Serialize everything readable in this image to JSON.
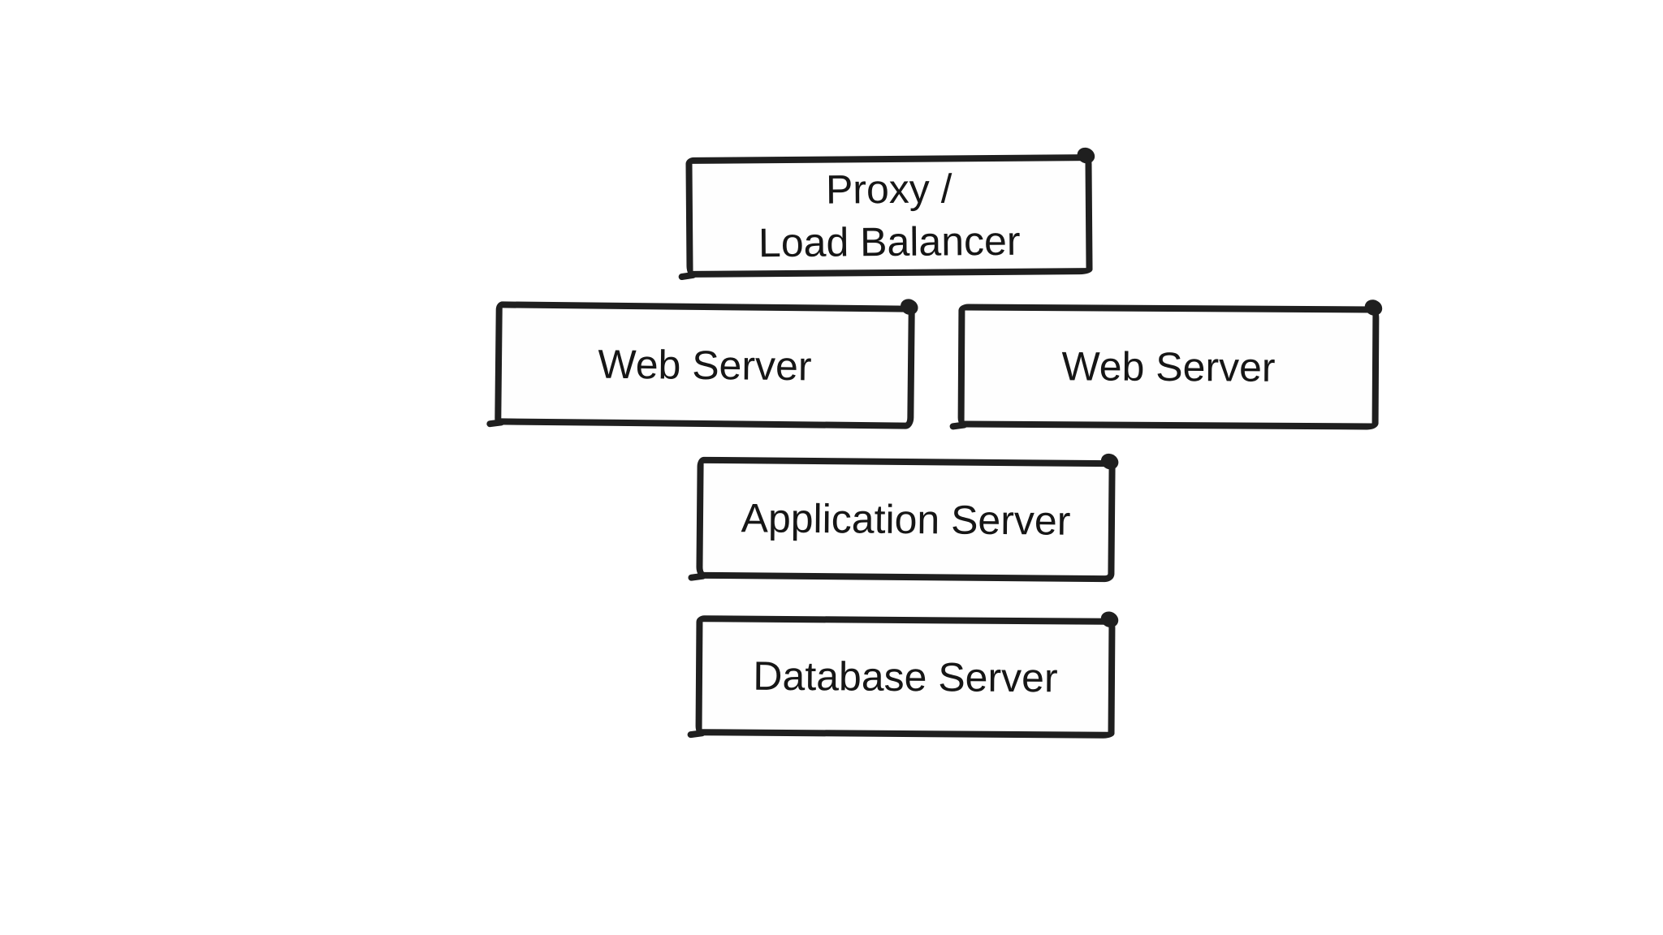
{
  "canvas": {
    "background_color": "#ffffff",
    "ink_color": "#1f1f1f",
    "text_color": "#161616",
    "style": "hand-drawn-sketch"
  },
  "diagram": {
    "kind": "web-architecture-sketch",
    "nodes": [
      {
        "id": "proxy-load-balancer",
        "label": "Proxy /\nLoad Balancer"
      },
      {
        "id": "web-server-left",
        "label": "Web Server"
      },
      {
        "id": "web-server-right",
        "label": "Web Server"
      },
      {
        "id": "application-server",
        "label": "Application Server"
      },
      {
        "id": "database-server",
        "label": "Database Server"
      }
    ]
  }
}
